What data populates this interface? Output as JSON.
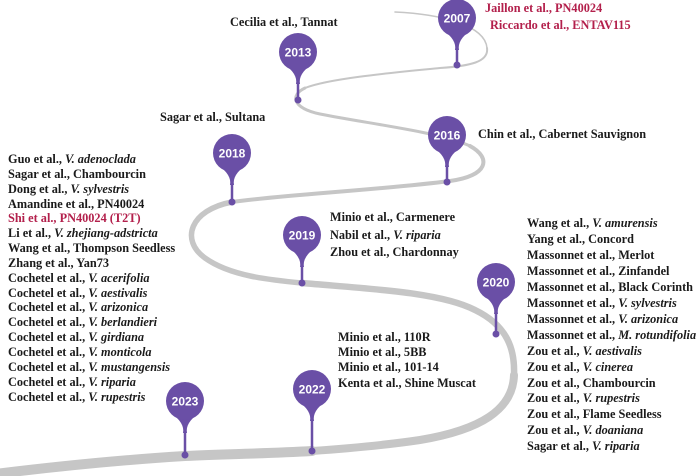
{
  "colors": {
    "pin": "#6a4fa6",
    "road": "#c6c6c6",
    "highlight": "#b3204c",
    "text": "#1a1a1a"
  },
  "milestones": [
    {
      "year": "2007",
      "entries": [
        {
          "text": "Jaillon et al., PN40024",
          "highlight": true
        },
        {
          "text": "Riccardo et al., ENTAV115",
          "highlight": true
        }
      ]
    },
    {
      "year": "2013",
      "entries": [
        {
          "text": "Cecilia et al., Tannat"
        }
      ]
    },
    {
      "year": "2016",
      "entries": [
        {
          "text": "Chin et al., Cabernet Sauvignon"
        }
      ]
    },
    {
      "year": "2018",
      "label": "Sagar et al., Sultana",
      "entries": [
        {
          "author": "Guo et al., ",
          "subject": "V. adenoclada",
          "italic": true
        },
        {
          "author": "Sagar et al.,  ",
          "subject": "Chambourcin"
        },
        {
          "author": "Dong et al., ",
          "subject": "V. sylvestris",
          "italic": true
        },
        {
          "author": "Amandine et al., ",
          "subject": "PN40024"
        },
        {
          "author": "Shi et al., ",
          "subject": "PN40024 (T2T)",
          "highlight": true
        },
        {
          "author": "Li et al., ",
          "subject": "V. zhejiang-adstricta",
          "italic": true
        },
        {
          "author": "Wang et al., ",
          "subject": "Thompson Seedless"
        },
        {
          "author": "Zhang et al., ",
          "subject": "Yan73"
        }
      ]
    },
    {
      "year": "2019",
      "entries": [
        {
          "author": "Minio  et al.,  ",
          "subject": "Carmenere"
        },
        {
          "author": "Nabil et al., ",
          "subject": "V. riparia",
          "italic": true
        },
        {
          "author": "Zhou et al., ",
          "subject": "Chardonnay"
        }
      ]
    },
    {
      "year": "2020",
      "entries": [
        {
          "author": "Wang et al., ",
          "subject": "V. amurensis",
          "italic": true
        },
        {
          "author": "Yang et al., ",
          "subject": "Concord"
        },
        {
          "author": "Massonnet et al., ",
          "subject": "Merlot"
        },
        {
          "author": "Massonnet et al., ",
          "subject": "Zinfandel"
        },
        {
          "author": "Massonnet et al., ",
          "subject": "Black Corinth"
        },
        {
          "author": "Massonnet et al., ",
          "subject": "V. sylvestris",
          "italic": true
        },
        {
          "author": "Massonnet et al., ",
          "subject": "V. arizonica",
          "italic": true
        },
        {
          "author": "Massonnet et al., ",
          "subject": "M. rotundifolia",
          "italic": true
        },
        {
          "author": "Zou et al., ",
          "subject": "V. aestivalis",
          "italic": true
        },
        {
          "author": "Zou et al., ",
          "subject": "V. cinerea",
          "italic": true
        },
        {
          "author": "Zou et al., ",
          "subject": "Chambourcin"
        },
        {
          "author": "Zou et al., ",
          "subject": "V. rupestris",
          "italic": true
        },
        {
          "author": "Zou et al., ",
          "subject": "Flame Seedless"
        },
        {
          "author": "Zou et al., ",
          "subject": "V. doaniana",
          "italic": true
        },
        {
          "author": "Sagar et al., ",
          "subject": "V. riparia",
          "italic": true
        }
      ]
    },
    {
      "year": "2022",
      "entries": [
        {
          "author": "Minio et al., ",
          "subject": "110R"
        },
        {
          "author": "Minio et al., ",
          "subject": "5BB"
        },
        {
          "author": "Minio et al., ",
          "subject": "101-14"
        },
        {
          "author": "Kenta et al., ",
          "subject": "Shine Muscat"
        }
      ]
    },
    {
      "year": "2023",
      "entries": [
        {
          "author": "Cochetel et al., ",
          "subject": "V. acerifolia",
          "italic": true
        },
        {
          "author": "Cochetel et al., ",
          "subject": "V. aestivalis",
          "italic": true
        },
        {
          "author": "Cochetel et al., ",
          "subject": "V. arizonica",
          "italic": true
        },
        {
          "author": "Cochetel et al., ",
          "subject": "V. berlandieri",
          "italic": true
        },
        {
          "author": "Cochetel et al., ",
          "subject": "V. girdiana",
          "italic": true
        },
        {
          "author": "Cochetel et al., ",
          "subject": "V. monticola",
          "italic": true
        },
        {
          "author": "Cochetel et al., ",
          "subject": "V. mustangensis",
          "italic": true
        },
        {
          "author": "Cochetel et al., ",
          "subject": "V. riparia",
          "italic": true
        },
        {
          "author": "Cochetel et al., ",
          "subject": "V. rupestris",
          "italic": true
        }
      ]
    }
  ]
}
